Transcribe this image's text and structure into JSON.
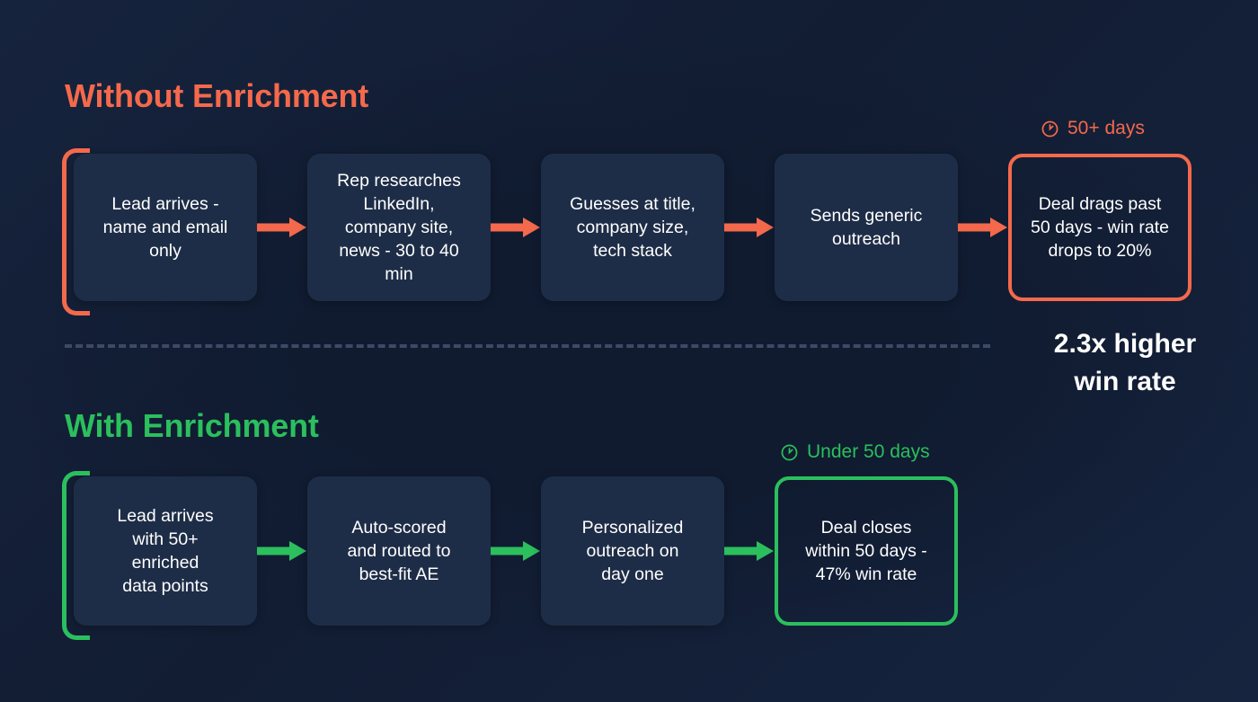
{
  "theme": {
    "background": "#131f36",
    "node_fill": "#1e2d47",
    "text": "#ffffff",
    "negative_accent": "#f4694c",
    "positive_accent": "#2bbf5d",
    "divider": "#3d4a66"
  },
  "without": {
    "title": "Without Enrichment",
    "accent": "#f4694c",
    "badge": {
      "icon": "clock-icon",
      "label": "50+ days"
    },
    "steps": [
      {
        "label": "Lead arrives -\nname and email\nonly",
        "style": "bracket"
      },
      {
        "label": "Rep researches\nLinkedIn,\ncompany site,\nnews - 30 to 40\nmin",
        "style": "plain"
      },
      {
        "label": "Guesses at title,\ncompany size,\ntech stack",
        "style": "plain"
      },
      {
        "label": "Sends generic\noutreach",
        "style": "plain"
      },
      {
        "label": "Deal drags past\n50 days - win rate\ndrops to 20%",
        "style": "outcome"
      }
    ]
  },
  "with": {
    "title": "With Enrichment",
    "accent": "#2bbf5d",
    "badge": {
      "icon": "clock-icon",
      "label": "Under 50 days"
    },
    "steps": [
      {
        "label": "Lead arrives\nwith 50+\nenriched\ndata points",
        "style": "bracket"
      },
      {
        "label": "Auto-scored\nand routed to\nbest-fit AE",
        "style": "plain"
      },
      {
        "label": "Personalized\noutreach on\nday one",
        "style": "plain"
      },
      {
        "label": "Deal closes\nwithin 50 days -\n47% win rate",
        "style": "outcome"
      }
    ]
  },
  "stat": {
    "text": "2.3x higher\nwin rate"
  }
}
